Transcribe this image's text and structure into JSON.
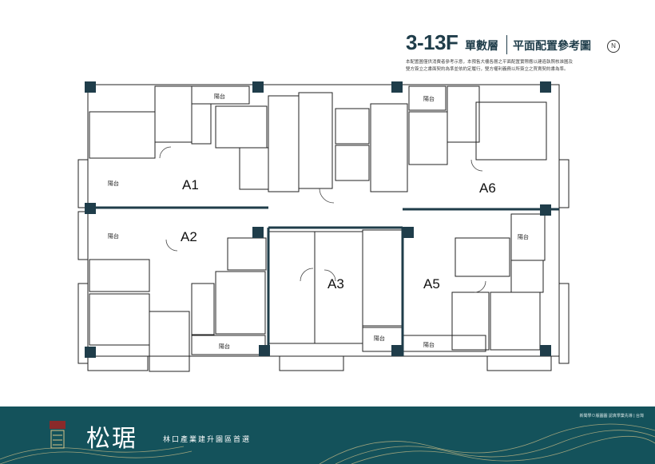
{
  "header": {
    "floor_range": "3-13F",
    "floor_type": "單數層",
    "plan_title": "平面配置參考圖",
    "compass": "N",
    "disclaimer_line1": "本配置圖僅供消費者參考示意，本預售大樓各層之平面配置實際應以建造執照核准圖及",
    "disclaimer_line2": "雙方簽立之書面契約為準並依約定履行，雙方權利義務以所簽立之買賣契約書為準。"
  },
  "plan": {
    "units": [
      "A1",
      "A2",
      "A3",
      "A5",
      "A6"
    ],
    "balcony_label": "陽台"
  },
  "footer": {
    "brand_name": "松琚",
    "slogan": "林口產業建升園區首選",
    "credit": "新聞學⊙版圖圖 認真學業先導 | 台灣"
  },
  "colors": {
    "brand_teal": "#14525b",
    "wall_dark": "#1f3d4a",
    "column_fill": "#1f3d4a"
  }
}
